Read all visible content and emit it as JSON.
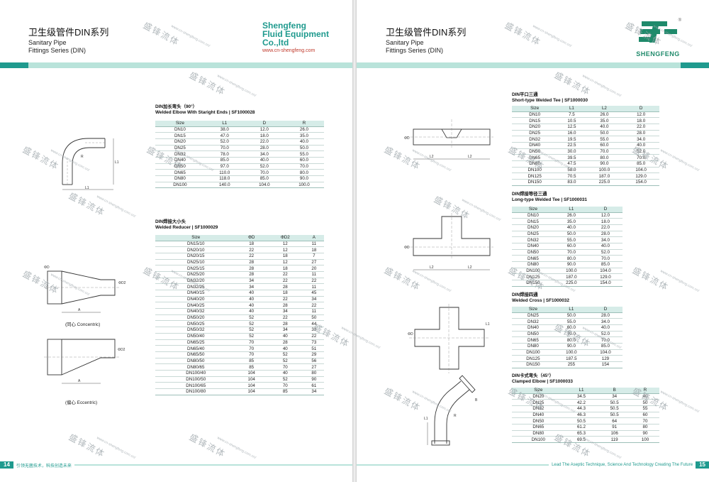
{
  "left_page": {
    "title_cn": "卫生级管件DIN系列",
    "title_en_1": "Sanitary Pipe",
    "title_en_2": "Fittings Series (DIN)",
    "brand": {
      "line1": "Shengfeng",
      "line2": "Fluid Equipment",
      "line3": "Co.,ltd",
      "url": "www.cn-shengfeng.com"
    },
    "page_number": "14",
    "footer_text": "引领无菌技术，科技创造未来",
    "elbow": {
      "title_cn": "DIN加长弯头（90°）",
      "title_en": "Welded Elbow With Staright Ends",
      "code": "SF1000028",
      "headers": [
        "Size",
        "L1",
        "D",
        "R"
      ],
      "rows": [
        [
          "DN10",
          "38.0",
          "12.0",
          "26.0"
        ],
        [
          "DN15",
          "47.0",
          "18.0",
          "35.0"
        ],
        [
          "DN20",
          "52.0",
          "22.0",
          "40.0"
        ],
        [
          "DN25",
          "70.0",
          "28.0",
          "50.0"
        ],
        [
          "DN32",
          "78.0",
          "34.0",
          "55.0"
        ],
        [
          "DN40",
          "85.0",
          "40.0",
          "60.0"
        ],
        [
          "DN50",
          "97.0",
          "52.0",
          "70.0"
        ],
        [
          "DN65",
          "110.0",
          "70.0",
          "80.0"
        ],
        [
          "DN80",
          "118.0",
          "85.0",
          "90.0"
        ],
        [
          "DN100",
          "140.0",
          "104.0",
          "100.0"
        ]
      ]
    },
    "reducer": {
      "title_cn": "DIN焊接大小头",
      "title_en": "Welded Reducer",
      "code": "SF1000029",
      "headers": [
        "Size",
        "ΦD",
        "ΦD2",
        "A"
      ],
      "rows": [
        [
          "DN15/10",
          "18",
          "12",
          "11"
        ],
        [
          "DN20/10",
          "22",
          "12",
          "18"
        ],
        [
          "DN20/15",
          "22",
          "18",
          "7"
        ],
        [
          "DN25/10",
          "28",
          "12",
          "27"
        ],
        [
          "DN25/15",
          "28",
          "18",
          "20"
        ],
        [
          "DN25/20",
          "28",
          "22",
          "11"
        ],
        [
          "DN32/20",
          "34",
          "22",
          "22"
        ],
        [
          "DN32/25",
          "34",
          "28",
          "11"
        ],
        [
          "DN40/15",
          "40",
          "18",
          "45"
        ],
        [
          "DN40/20",
          "40",
          "22",
          "34"
        ],
        [
          "DN40/25",
          "40",
          "28",
          "22"
        ],
        [
          "DN40/32",
          "40",
          "34",
          "11"
        ],
        [
          "DN50/20",
          "52",
          "22",
          "50"
        ],
        [
          "DN50/25",
          "52",
          "28",
          "44"
        ],
        [
          "DN50/32",
          "52",
          "34",
          "33"
        ],
        [
          "DN50/40",
          "52",
          "40",
          "22"
        ],
        [
          "DN65/25",
          "70",
          "28",
          "73"
        ],
        [
          "DN65/40",
          "70",
          "40",
          "51"
        ],
        [
          "DN65/50",
          "70",
          "52",
          "29"
        ],
        [
          "DN80/50",
          "85",
          "52",
          "56"
        ],
        [
          "DN80/65",
          "85",
          "70",
          "27"
        ],
        [
          "DN100/40",
          "104",
          "40",
          "80"
        ],
        [
          "DN100/50",
          "104",
          "52",
          "90"
        ],
        [
          "DN100/65",
          "104",
          "70",
          "61"
        ],
        [
          "DN100/80",
          "104",
          "85",
          "34"
        ]
      ]
    },
    "label_concentric": "(同心 Concentric)",
    "label_eccentric": "(偏心 Eccentric)"
  },
  "right_page": {
    "title_cn": "卫生级管件DIN系列",
    "title_en_1": "Sanitary Pipe",
    "title_en_2": "Fittings Series (DIN)",
    "logo_name": "SHENGFENG",
    "logo_reg": "®",
    "page_number": "15",
    "footer_text": "Lead The Aseptic Technique, Science And Technology Creating The Future",
    "short_tee": {
      "title_cn": "DIN平口三通",
      "title_en": "Short-type Welded Tee",
      "code": "SF1000030",
      "headers": [
        "Size",
        "L1",
        "L2",
        "D"
      ],
      "rows": [
        [
          "DN10",
          "7.5",
          "26.0",
          "12.0"
        ],
        [
          "DN15",
          "10.5",
          "35.0",
          "18.0"
        ],
        [
          "DN20",
          "12.5",
          "40.0",
          "22.0"
        ],
        [
          "DN25",
          "16.0",
          "50.0",
          "28.0"
        ],
        [
          "DN32",
          "19.5",
          "55.0",
          "34.0"
        ],
        [
          "DN40",
          "22.5",
          "60.0",
          "40.0"
        ],
        [
          "DN50",
          "30.0",
          "70.0",
          "52.0"
        ],
        [
          "DN65",
          "39.5",
          "80.0",
          "70.0"
        ],
        [
          "DN80",
          "47.5",
          "90.0",
          "85.0"
        ],
        [
          "DN100",
          "58.0",
          "100.0",
          "104.0"
        ],
        [
          "DN125",
          "70.5",
          "187.0",
          "129.0"
        ],
        [
          "DN150",
          "83.0",
          "225.0",
          "154.0"
        ]
      ]
    },
    "long_tee": {
      "title_cn": "DIN焊接等径三通",
      "title_en": "Long-type Welded Tee",
      "code": "SF1000031",
      "headers": [
        "Size",
        "L1",
        "D"
      ],
      "rows": [
        [
          "DN10",
          "26.0",
          "12.0"
        ],
        [
          "DN15",
          "35.0",
          "18.0"
        ],
        [
          "DN20",
          "40.0",
          "22.0"
        ],
        [
          "DN25",
          "50.0",
          "28.0"
        ],
        [
          "DN32",
          "55.0",
          "34.0"
        ],
        [
          "DN40",
          "60.0",
          "40.0"
        ],
        [
          "DN50",
          "70.0",
          "52.0"
        ],
        [
          "DN65",
          "80.0",
          "70.0"
        ],
        [
          "DN80",
          "90.0",
          "85.0"
        ],
        [
          "DN100",
          "100.0",
          "104.0"
        ],
        [
          "DN125",
          "187.0",
          "129.0"
        ],
        [
          "DN150",
          "225.0",
          "154.0"
        ]
      ]
    },
    "cross": {
      "title_cn": "DIN焊接四通",
      "title_en": "Welded Cross",
      "code": "SF1000032",
      "headers": [
        "Size",
        "L1",
        "D"
      ],
      "rows": [
        [
          "DN25",
          "50.0",
          "28.0"
        ],
        [
          "DN32",
          "55.0",
          "34.0"
        ],
        [
          "DN40",
          "60.0",
          "40.0"
        ],
        [
          "DN50",
          "70.0",
          "52.0"
        ],
        [
          "DN65",
          "80.0",
          "70.0"
        ],
        [
          "DN80",
          "90.0",
          "85.0"
        ],
        [
          "DN100",
          "100.0",
          "104.0"
        ],
        [
          "DN125",
          "187.5",
          "129"
        ],
        [
          "DN150",
          "255",
          "154"
        ]
      ]
    },
    "clamped_elbow": {
      "title_cn": "DIN卡式弯头（45°）",
      "title_en": "Clamped Elbow",
      "code": "SF1000033",
      "headers": [
        "Size",
        "L1",
        "B",
        "R"
      ],
      "rows": [
        [
          "DN20",
          "34.5",
          "34",
          "40"
        ],
        [
          "DN25",
          "42.2",
          "50.5",
          "50"
        ],
        [
          "DN32",
          "44.3",
          "50.5",
          "55"
        ],
        [
          "DN40",
          "46.3",
          "50.5",
          "60"
        ],
        [
          "DN50",
          "50.5",
          "64",
          "70"
        ],
        [
          "DN65",
          "61.2",
          "91",
          "80"
        ],
        [
          "DN80",
          "65.3",
          "106",
          "90"
        ],
        [
          "DN100",
          "69.5",
          "119",
          "100"
        ]
      ]
    }
  },
  "watermark": {
    "cn": "盛锋流体",
    "en": "www.cn-shengfeng.com.cn/"
  },
  "colors": {
    "accent": "#1f9a8e",
    "band": "#b9e3da",
    "table_head": "#d6ece8"
  }
}
